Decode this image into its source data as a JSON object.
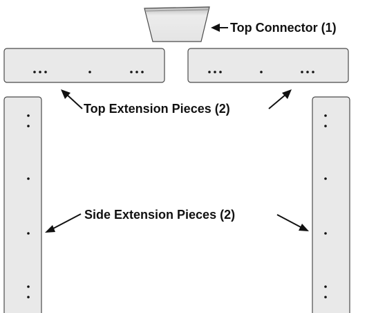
{
  "labels": {
    "top_connector": "Top Connector (1)",
    "top_extension": "Top Extension Pieces (2)",
    "side_extension": "Side Extension Pieces (2)"
  },
  "colors": {
    "piece_fill": "#e9e9e9",
    "outline": "#4a4a4a",
    "ink": "#111111"
  }
}
